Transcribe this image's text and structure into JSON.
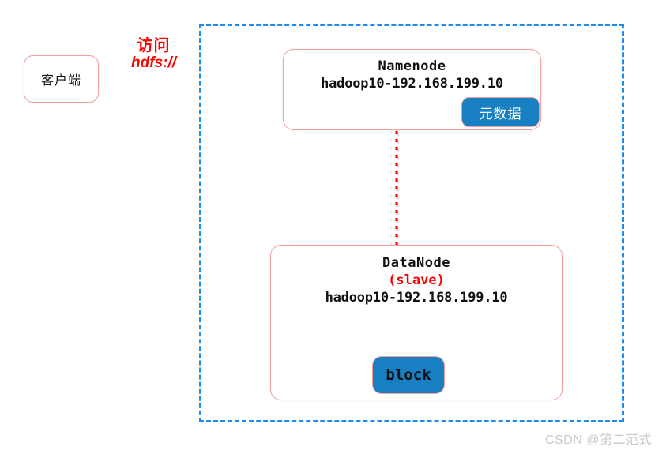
{
  "diagram": {
    "title": "HDFS single-node pseudo-distributed architecture",
    "colors": {
      "cluster_border": "#1a8cf0",
      "node_border": "#f4a0a0",
      "badge_blue": "#1880c2",
      "arrow_red": "#ff0000",
      "slave_red": "#ff0000",
      "watermark_gray": "#c9c9c9"
    }
  },
  "client": {
    "label": "客户端"
  },
  "access": {
    "line1": "访问",
    "line2": "hdfs://"
  },
  "namenode": {
    "title": "Namenode",
    "host": "hadoop10-192.168.199.10",
    "badge": "元数据"
  },
  "datanode": {
    "title": "DataNode",
    "role": "(slave)",
    "host": "hadoop10-192.168.199.10",
    "badge": "block"
  },
  "watermark": {
    "text": "CSDN @第二范式"
  }
}
